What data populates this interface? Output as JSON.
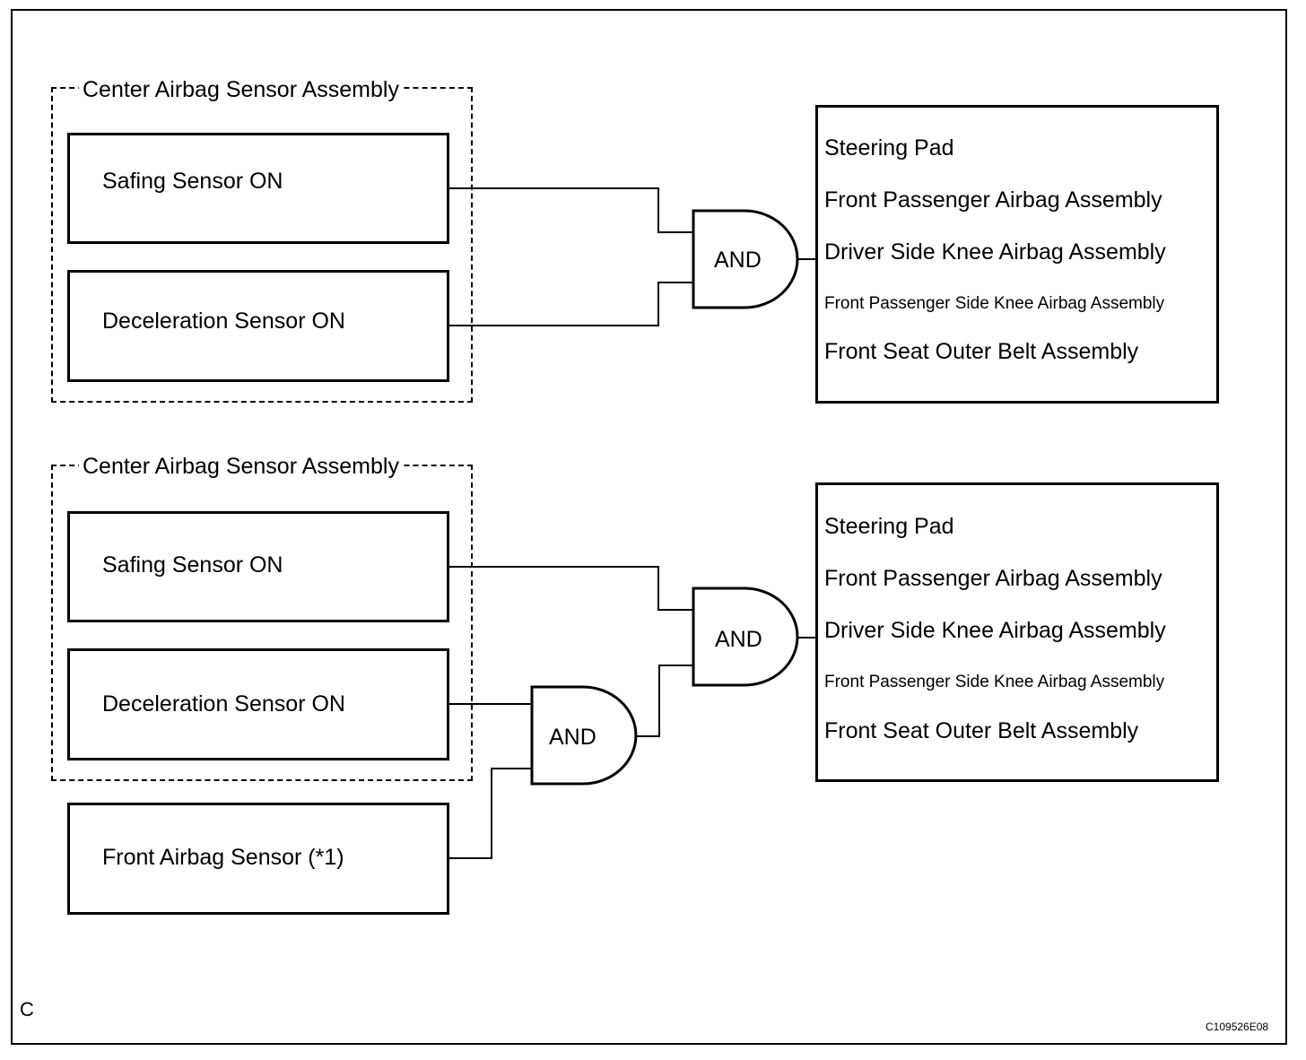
{
  "group_label": "Center Airbag Sensor Assembly",
  "sensors": {
    "safing": "Safing Sensor ON",
    "deceleration": "Deceleration Sensor ON",
    "front_airbag": "Front Airbag Sensor (*1)"
  },
  "gate_label": "AND",
  "outputs": [
    "Steering Pad",
    "Front Passenger Airbag Assembly",
    "Driver Side Knee Airbag Assembly",
    "Front Passenger Side Knee Airbag Assembly",
    "Front Seat Outer Belt Assembly"
  ],
  "corner_letter": "C",
  "figure_code": "C109526E08"
}
